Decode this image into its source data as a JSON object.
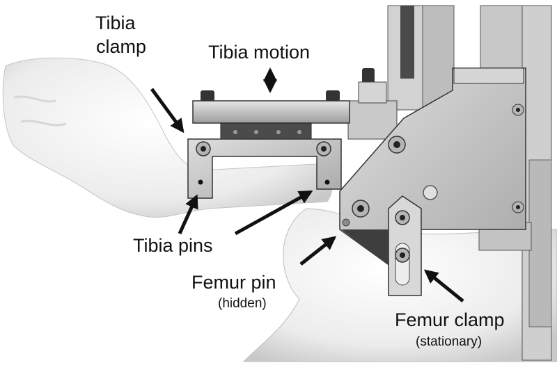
{
  "labels": {
    "tibia_clamp_line1": "Tibia",
    "tibia_clamp_line2": "clamp",
    "tibia_motion": "Tibia motion",
    "tibia_pins": "Tibia pins",
    "femur_pin": "Femur pin",
    "femur_pin_note": "(hidden)",
    "femur_clamp": "Femur clamp",
    "femur_clamp_note": "(stationary)"
  },
  "colors": {
    "bone": "#e9e9e9",
    "metal_light": "#cfcfcf",
    "metal_mid": "#a9a9a9",
    "metal_dark": "#3a3a3a",
    "ink": "#111111"
  }
}
